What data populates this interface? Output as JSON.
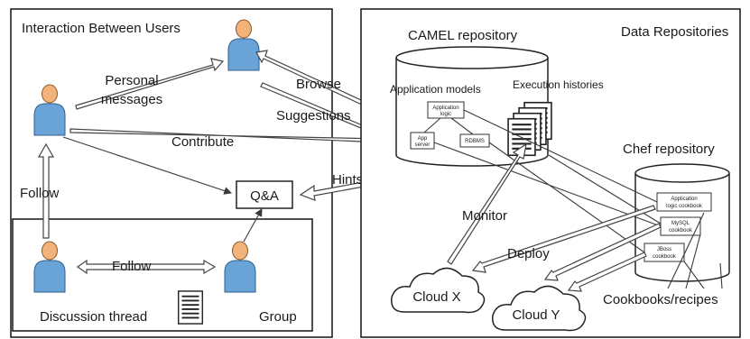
{
  "left_panel": {
    "title": "Interaction Between Users",
    "personal_messages": [
      "Personal",
      "messages"
    ],
    "browse": "Browse",
    "suggestions": "Suggestions",
    "contribute": "Contribute",
    "follow_vertical": "Follow",
    "qa": "Q&A",
    "hints": "Hints",
    "follow_horizontal": "Follow",
    "discussion_thread": "Discussion thread",
    "group": "Group"
  },
  "right_panel": {
    "title": "Data Repositories",
    "camel": {
      "label": "CAMEL repository",
      "application_models": "Application models",
      "execution_histories": "Execution histories",
      "app_logic": [
        "Application",
        "logic"
      ],
      "app_server": [
        "App",
        "server"
      ],
      "rdbms": "RDBMS"
    },
    "chef": {
      "label": "Chef repository",
      "cookbooks": [
        [
          "Application",
          "logic cookbook"
        ],
        [
          "MySQL",
          "cookbook"
        ],
        [
          "JBoss",
          "cookbook"
        ]
      ]
    },
    "monitor": "Monitor",
    "deploy": "Deploy",
    "cloud_x": "Cloud X",
    "cloud_y": "Cloud Y",
    "cookbooks_recipes": "Cookbooks/recipes"
  }
}
